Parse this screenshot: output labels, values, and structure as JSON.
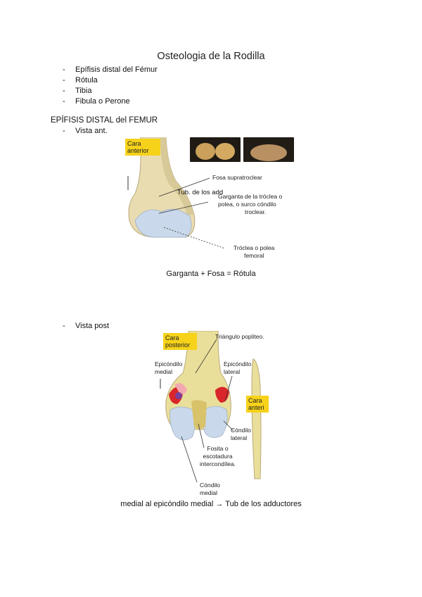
{
  "title": "Osteologia de la Rodilla",
  "bones_list": [
    "Epífisis distal del Fémur",
    "Rótula",
    "Tibia",
    "Fibula o Perone"
  ],
  "bullet": "-",
  "section_heading": "EPÍFISIS DISTAL del FEMUR",
  "anterior": {
    "subheading": "Vista ant.",
    "box_label": [
      "Cara",
      "anterior"
    ],
    "labels": {
      "fosa": "Fosa supratroclear",
      "tub": "Tub. de los add",
      "garganta": [
        "Garganta de la tróclea o",
        "polea, o surco cóndilo",
        "troclear."
      ],
      "troclea": [
        "Tróclea o polea",
        "femoral"
      ]
    },
    "caption": "Garganta + Fosa = Rótula"
  },
  "posterior": {
    "subheading": "Vista post",
    "box_label": [
      "Cara",
      "posterior"
    ],
    "side_box_label": [
      "Cara",
      "anteri"
    ],
    "labels": {
      "triangulo": "Triángulo popliteo.",
      "epi_medial": [
        "Epicóndilo",
        "medial"
      ],
      "epi_lateral": [
        "Epicóndilo",
        "lateral"
      ],
      "condilo_lateral": [
        "Cóndilo",
        "lateral"
      ],
      "fosita": [
        "Fosita o",
        "escotadura",
        "intercondílea."
      ],
      "condilo_medial": [
        "Cóndilo",
        "medial"
      ]
    },
    "caption": "medial al epicóndilo medial → Tub de los adductores"
  },
  "colors": {
    "bone": "#e9dcb0",
    "bone_shade": "#c9b98a",
    "cartilage": "#c9d8ea",
    "label_box": "#f6d21a",
    "muscle_red": "#d8262a",
    "muscle_pink": "#f3a8b0"
  }
}
